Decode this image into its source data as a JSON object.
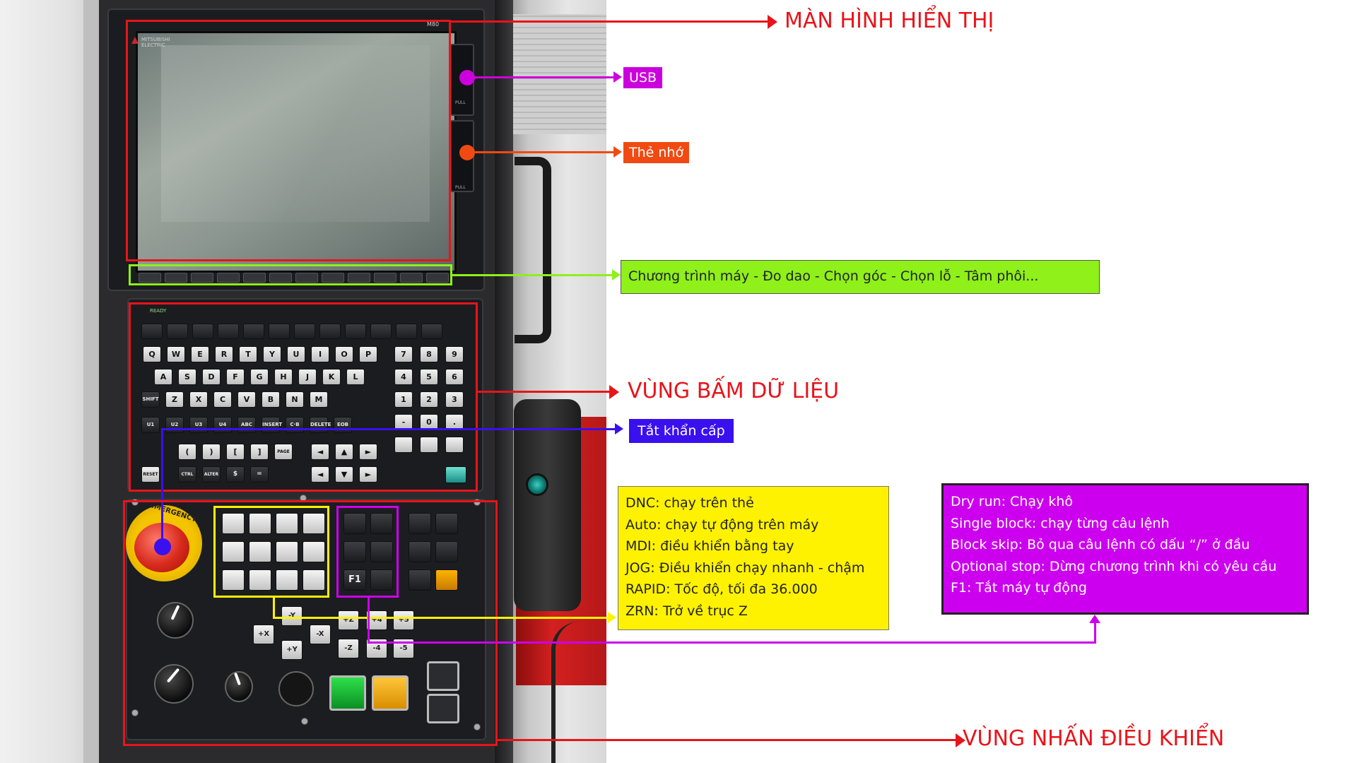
{
  "annotations": {
    "display": "MÀN HÌNH HIỂN THỊ",
    "usb": "USB",
    "memory_card": "Thẻ nhớ",
    "softkeys": "Chương trình máy - Đo dao - Chọn góc - Chọn lỗ - Tâm phôi...",
    "data_input": "VÙNG BẤM DỮ LIỆU",
    "emergency": "Tắt khẩn cấp",
    "control_area": "VÙNG NHẤN ĐIỀU KHIỂN"
  },
  "mode_notes": [
    "DNC: chạy trên thẻ",
    "Auto: chạy tự động trên máy",
    "MDI: điều khiển bằng tay",
    "JOG: Điều khiển chạy nhanh - chậm",
    "RAPID: Tốc độ, tối đa 36.000",
    "ZRN: Trở về trục Z"
  ],
  "function_notes": [
    "Dry run: Chạy khô",
    "Single block: chạy từng câu lệnh",
    "Block skip: Bỏ qua câu lệnh có dấu “/” ở đầu",
    "Optional stop: Dừng chương trình khi có yêu cầu",
    "F1: Tắt máy tự động"
  ],
  "panel": {
    "brand": "MITSUBISHI ELECTRIC",
    "model": "M80",
    "ready": "READY",
    "pull_1": "PULL",
    "pull_2": "PULL",
    "emergency_text": "EMERGENCY",
    "keys_row1": [
      "Q",
      "W",
      "E",
      "R",
      "T",
      "Y",
      "U",
      "I",
      "O",
      "P"
    ],
    "keys_row2": [
      "A",
      "S",
      "D",
      "F",
      "G",
      "H",
      "J",
      "K",
      "L"
    ],
    "keys_row3": [
      "SHIFT",
      "Z",
      "X",
      "C",
      "V",
      "B",
      "N",
      "M"
    ],
    "keys_row4": [
      "U1",
      "U2",
      "U3",
      "U4",
      "ABC",
      "INSERT",
      "C·B",
      "DELETE",
      "EOB"
    ],
    "keys_row5": [
      "(",
      ")",
      "[",
      "]",
      "PAGE"
    ],
    "keys_row6": [
      "RESET",
      "CTRL",
      "ALTER",
      "$",
      "="
    ],
    "numpad": [
      "7",
      "8",
      "9",
      "4",
      "5",
      "6",
      "1",
      "2",
      "3",
      "-",
      "0",
      "."
    ],
    "axis_keys": [
      "-Y",
      "+Z",
      "+4",
      "+5",
      "+X",
      "-X",
      "+Y",
      "-Z",
      "-4",
      "-5"
    ],
    "f1_key": "F1"
  },
  "colors": {
    "red": "#e8141a",
    "magenta": "#cc00dd",
    "orange_red": "#f04a12",
    "green": "#8ff01a",
    "blue": "#3a10ee",
    "yellow": "#fff200",
    "purple_box": "#cc00ee"
  }
}
